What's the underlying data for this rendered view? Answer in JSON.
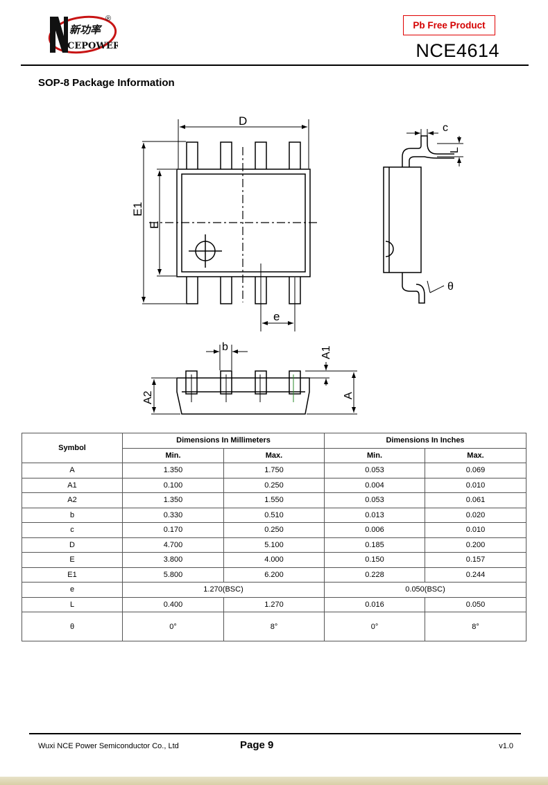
{
  "header": {
    "logo_chinese": "新功率",
    "logo_brand": "CEPOWER",
    "logo_registered": "®",
    "badge": "Pb Free Product",
    "part_number": "NCE4614"
  },
  "section_title": "SOP-8 Package Information",
  "drawing": {
    "labels": {
      "D": "D",
      "E1": "E1",
      "E": "E",
      "e": "e",
      "c": "c",
      "L": "L",
      "theta": "θ",
      "b": "b",
      "A1": "A1",
      "A2": "A2",
      "A": "A"
    }
  },
  "table": {
    "symbol_header": "Symbol",
    "mm_header": "Dimensions In Millimeters",
    "in_header": "Dimensions In Inches",
    "min": "Min.",
    "max": "Max.",
    "rows": [
      {
        "sym": "A",
        "mm_min": "1.350",
        "mm_max": "1.750",
        "in_min": "0.053",
        "in_max": "0.069"
      },
      {
        "sym": "A1",
        "mm_min": "0.100",
        "mm_max": "0.250",
        "in_min": "0.004",
        "in_max": "0.010"
      },
      {
        "sym": "A2",
        "mm_min": "1.350",
        "mm_max": "1.550",
        "in_min": "0.053",
        "in_max": "0.061"
      },
      {
        "sym": "b",
        "mm_min": "0.330",
        "mm_max": "0.510",
        "in_min": "0.013",
        "in_max": "0.020"
      },
      {
        "sym": "c",
        "mm_min": "0.170",
        "mm_max": "0.250",
        "in_min": "0.006",
        "in_max": "0.010"
      },
      {
        "sym": "D",
        "mm_min": "4.700",
        "mm_max": "5.100",
        "in_min": "0.185",
        "in_max": "0.200"
      },
      {
        "sym": "E",
        "mm_min": "3.800",
        "mm_max": "4.000",
        "in_min": "0.150",
        "in_max": "0.157"
      },
      {
        "sym": "E1",
        "mm_min": "5.800",
        "mm_max": "6.200",
        "in_min": "0.228",
        "in_max": "0.244"
      }
    ],
    "e_row": {
      "sym": "e",
      "mm": "1.270(BSC)",
      "in": "0.050(BSC)"
    },
    "L_row": {
      "sym": "L",
      "mm_min": "0.400",
      "mm_max": "1.270",
      "in_min": "0.016",
      "in_max": "0.050"
    },
    "theta_row": {
      "sym": "θ",
      "mm_min": "0°",
      "mm_max": "8°",
      "in_min": "0°",
      "in_max": "8°"
    }
  },
  "footer": {
    "company": "Wuxi NCE Power Semiconductor Co., Ltd",
    "page": "Page 9",
    "version": "v1.0"
  }
}
